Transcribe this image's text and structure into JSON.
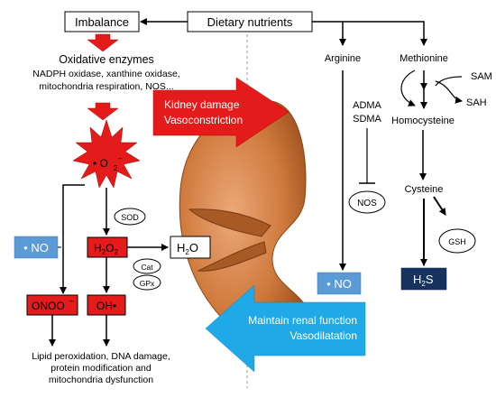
{
  "nodes": {
    "imbalance": "Imbalance",
    "dietary_nutrients": "Dietary nutrients",
    "oxidative_title": "Oxidative enzymes",
    "oxidative_line1": "NADPH oxidase, xanthine oxidase,",
    "oxidative_line2": "mitochondria respiration, NOS...",
    "superoxide": "• O",
    "superoxide_sup": "2",
    "superoxide_charge": "–",
    "sod": "SOD",
    "h2o2": {
      "a": "H",
      "b": "2",
      "c": "O",
      "d": "2"
    },
    "h2o": {
      "a": "H",
      "b": "2",
      "c": "O"
    },
    "cat": "Cat",
    "gpx": "GPx",
    "no_left": "• NO",
    "peroxynitrite": "ONOO",
    "peroxynitrite_charge": "–",
    "hydroxyl": "OH•",
    "outcome_line1": "Lipid peroxidation, DNA damage,",
    "outcome_line2": "protein modification and",
    "outcome_line3": "mitochondria dysfunction",
    "kidney_damage_1": "Kidney damage",
    "kidney_damage_2": "Vasoconstriction",
    "maintain_1": "Maintain renal function",
    "maintain_2": "Vasodilatation",
    "arginine": "Arginine",
    "methionine": "Methionine",
    "sam": "SAM",
    "sah": "SAH",
    "adma": "ADMA",
    "sdma": "SDMA",
    "homocysteine": "Homocysteine",
    "nos": "NOS",
    "cysteine": "Cysteine",
    "gsh": "GSH",
    "no_right": "• NO",
    "h2s": {
      "a": "H",
      "b": "2",
      "c": "S"
    }
  },
  "colors": {
    "red": "#e31b1b",
    "blue": "#1fa9e6",
    "no_box": "#5b9bd5",
    "navy": "#17325e",
    "kidney": "#c46a2d",
    "kidney_light": "#e8a26b"
  }
}
